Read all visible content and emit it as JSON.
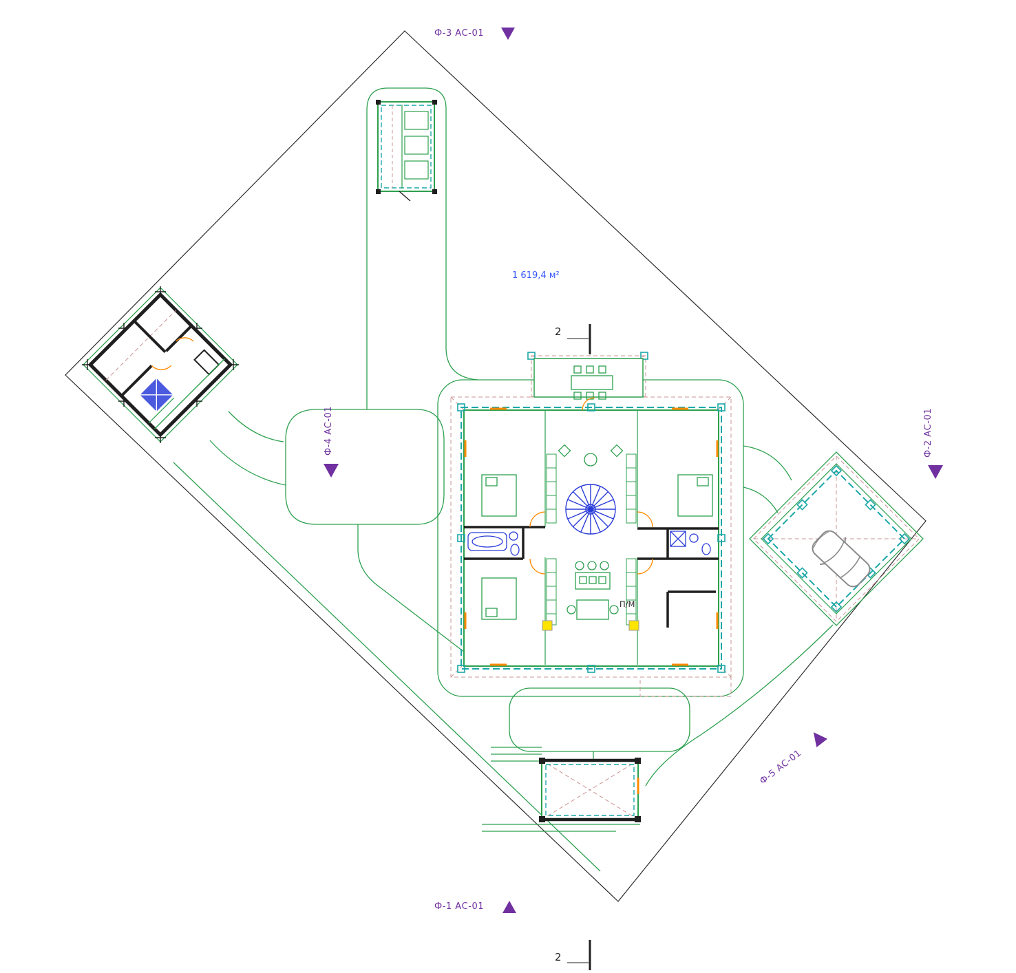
{
  "site_plan": {
    "area_label": "1 619,4 м²",
    "parking_label": "П/М",
    "section_mark_top": "2",
    "section_mark_bottom": "2",
    "facade_markers": {
      "f1": "Ф-1 АС-01",
      "f2": "Ф-2 АС-01",
      "f3": "Ф-3 АС-01",
      "f4": "Ф-4 АС-01",
      "f5": "Ф-5 АС-01"
    },
    "colors": {
      "marker_purple": "#7030a0",
      "landscape_green": "#2ca04e",
      "wall_teal": "#1aa7a7",
      "roof_dashed_pink": "#cc9494",
      "plumbing_blue": "#2a3cd8",
      "door_orange": "#ff8a00",
      "area_text_blue": "#3355ff",
      "boundary_black": "#2b2b2b",
      "car_gray": "#8a8a8a",
      "accent_yellow": "#ffe400"
    }
  }
}
